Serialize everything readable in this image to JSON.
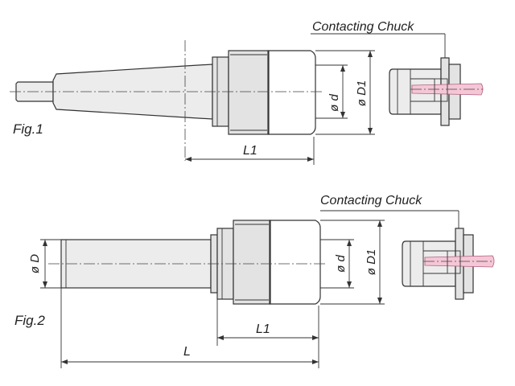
{
  "labels": {
    "fig1": "Fig.1",
    "fig2": "Fig.2",
    "contacting_chuck_1": "Contacting Chuck",
    "contacting_chuck_2": "Contacting Chuck",
    "l1_fig1": "L1",
    "l1_fig2": "L1",
    "l_fig2": "L",
    "d_fig1": "ø d",
    "D1_fig1": "ø D1",
    "d_fig2": "ø d",
    "D1_fig2": "ø D1",
    "D_fig2": "ø D"
  },
  "colors": {
    "outline": "#333333",
    "body_fill": "#e3e3e3",
    "tool_pink": "#f5c6d6"
  }
}
